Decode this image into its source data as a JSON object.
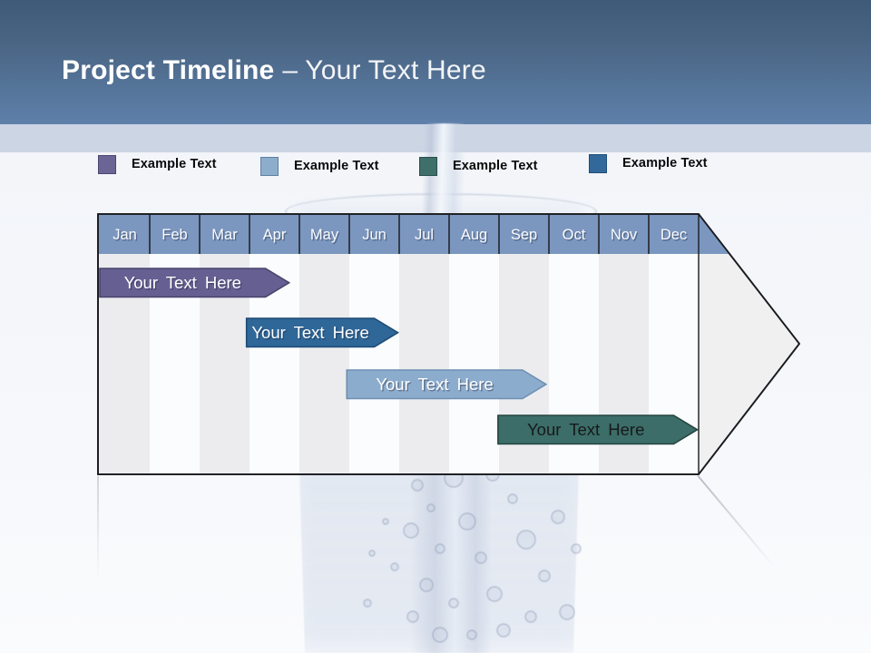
{
  "slide": {
    "title_bold": "Project Timeline",
    "title_rest": "– Your Text Here"
  },
  "legend": {
    "items": [
      {
        "label": "Example Text",
        "color": "#6b6596",
        "border": "#4a4672"
      },
      {
        "label": "Example Text",
        "color": "#8dadcc",
        "border": "#5e7fa3"
      },
      {
        "label": "Example Text",
        "color": "#3e6f69",
        "border": "#2a4f4b"
      },
      {
        "label": "Example Text",
        "color": "#33689a",
        "border": "#1f4d79"
      }
    ]
  },
  "timeline": {
    "months": [
      "Jan",
      "Feb",
      "Mar",
      "Apr",
      "May",
      "Jun",
      "Jul",
      "Aug",
      "Sep",
      "Oct",
      "Nov",
      "Dec"
    ],
    "header_fill": "#7b97bf",
    "header_text_color": "#fafbfe",
    "separator_color": "#2c313c",
    "outline_color": "#1a1b20",
    "stripe_colors": [
      "#ececee",
      "#fbfcfd"
    ],
    "arrowhead_fill": "#f0f0f1",
    "tasks": [
      {
        "label": "Your Text Here",
        "row": 1,
        "start_month": 0.0,
        "end_month": 3.32,
        "fill": "#666092",
        "border": "#46426d",
        "text_color": "#ffffff"
      },
      {
        "label": "Your Text Here",
        "row": 2,
        "start_month": 2.94,
        "end_month": 5.5,
        "fill": "#2e6798",
        "border": "#1d4a76",
        "text_color": "#ffffff"
      },
      {
        "label": "Your Text Here",
        "row": 3,
        "start_month": 4.95,
        "end_month": 8.47,
        "fill": "#8caccd",
        "border": "#6d8fb3",
        "text_color": "#ffffff"
      },
      {
        "label": "Your Text Here",
        "row": 4,
        "start_month": 7.98,
        "end_month": 11.5,
        "fill": "#3c6d68",
        "border": "#24443f",
        "text_color": "#17191c"
      }
    ]
  }
}
